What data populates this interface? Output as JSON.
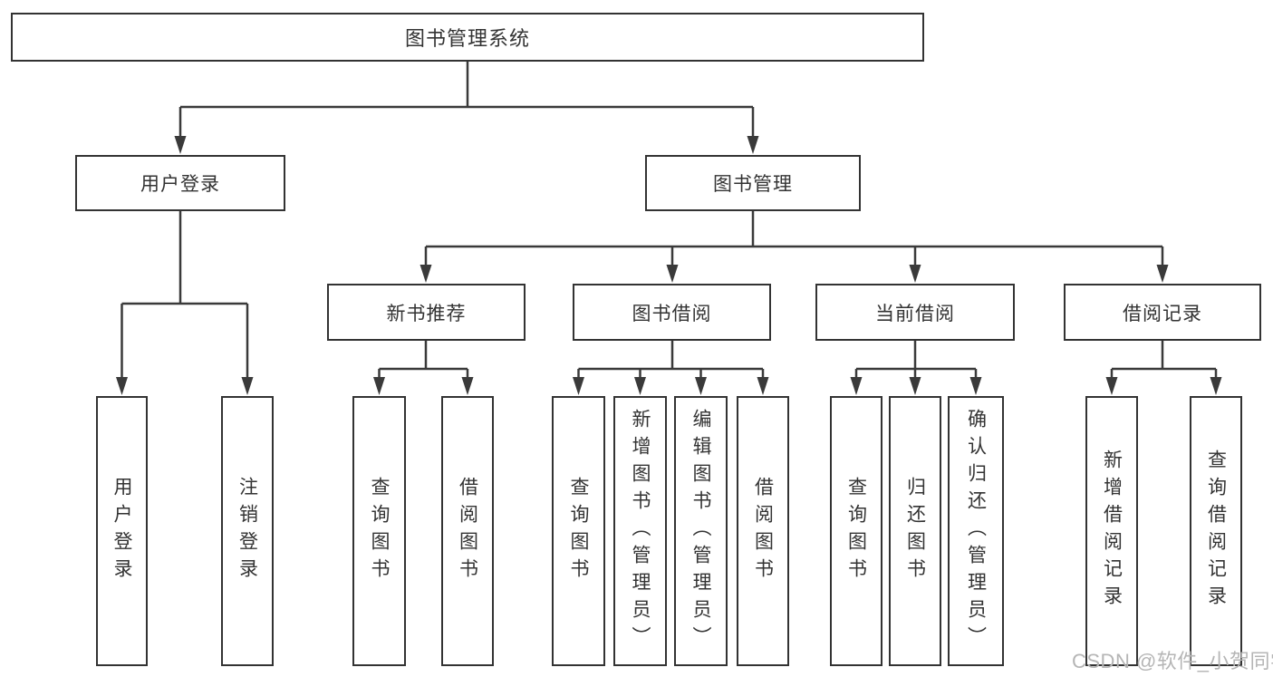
{
  "tree": {
    "root": "图书管理系统",
    "level2": [
      {
        "label": "用户登录",
        "children": [
          "用户登录",
          "注销登录"
        ]
      },
      {
        "label": "图书管理",
        "groups": [
          {
            "label": "新书推荐",
            "children": [
              "查询图书",
              "借阅图书"
            ]
          },
          {
            "label": "图书借阅",
            "children": [
              "查询图书",
              "新增图书（管理员）",
              "编辑图书（管理员）",
              "借阅图书"
            ]
          },
          {
            "label": "当前借阅",
            "children": [
              "查询图书",
              "归还图书",
              "确认归还（管理员）"
            ]
          },
          {
            "label": "借阅记录",
            "children": [
              "新增借阅记录",
              "查询借阅记录"
            ]
          }
        ]
      }
    ]
  },
  "watermark": "CSDN @软件_小贺同学",
  "colors": {
    "line": "#3a3a3a",
    "box_border": "#333333",
    "text": "#333333",
    "watermark": "#b5b5b5",
    "background": "#ffffff"
  }
}
